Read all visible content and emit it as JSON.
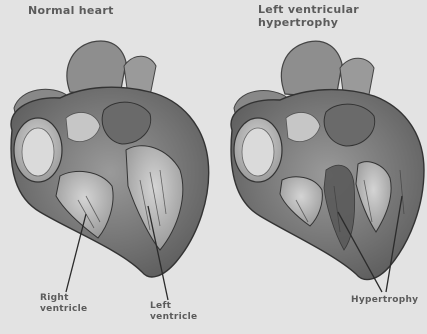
{
  "titles": {
    "normal": "Normal heart",
    "lvh_line1": "Left ventricular",
    "lvh_line2": "hypertrophy"
  },
  "labels": {
    "right_ventricle_line1": "Right",
    "right_ventricle_line2": "ventricle",
    "left_ventricle_line1": "Left",
    "left_ventricle_line2": "ventricle",
    "hypertrophy": "Hypertrophy"
  },
  "colors": {
    "background": "#e3e3e3",
    "muscle": "#7a7a7a",
    "muscle_dark": "#3f3f3f",
    "chamber": "#bdbdbd",
    "highlight": "#d2d2d2",
    "leader_line": "#2b2b2b"
  }
}
